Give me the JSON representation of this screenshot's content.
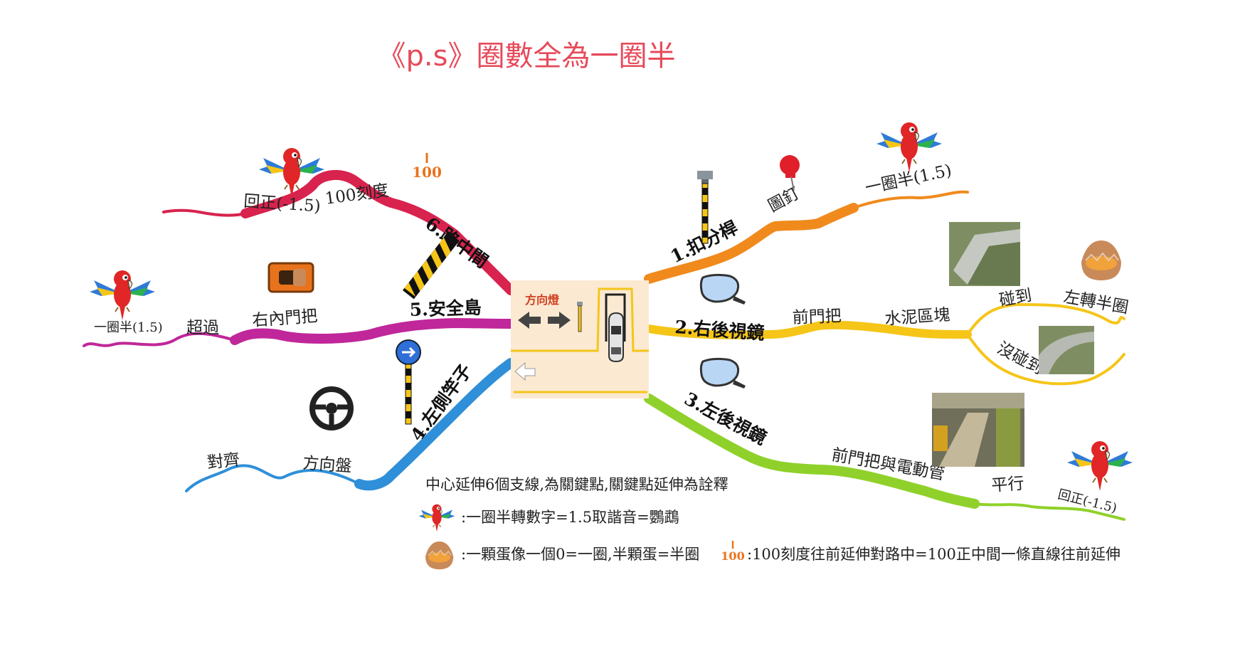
{
  "title": "《p.s》圈數全為一圈半",
  "center": {
    "label": "方向燈"
  },
  "branches": {
    "b1": {
      "label": "1.扣分桿",
      "sub": [
        "圖釘",
        "一圈半(1.5)"
      ]
    },
    "b2": {
      "label": "2.右後視鏡",
      "sub": [
        "前門把",
        "水泥區塊",
        "碰到",
        "左轉半圈",
        "沒碰到"
      ]
    },
    "b3": {
      "label": "3.左後視鏡",
      "sub": [
        "前門把與電動管",
        "平行",
        "回正(-1.5)"
      ]
    },
    "b4": {
      "label": "4.左側竿子",
      "sub": [
        "方向盤",
        "對齊"
      ]
    },
    "b5": {
      "label": "5.安全島",
      "sub": [
        "右內門把",
        "超過",
        "一圈半(1.5)"
      ]
    },
    "b6": {
      "label": "6.路中間",
      "sub": [
        "100刻度",
        "回正(-1.5)"
      ]
    }
  },
  "icon_100": "100",
  "legend": {
    "line1": "中心延伸6個支線,為關鍵點,關鍵點延伸為詮釋",
    "line2": ":一圈半轉數字=1.5取諧音=鸚鵡",
    "line3": ":一顆蛋像一個0=一圈,半顆蛋=半圈",
    "line4": ":100刻度往前延伸對路中=100正中間一條直線往前延伸"
  },
  "colors": {
    "b1": "#f08a1c",
    "b2": "#f5c518",
    "b3": "#8fd12a",
    "b4": "#2f8fd8",
    "b5": "#c0279a",
    "b6": "#d8234e"
  }
}
